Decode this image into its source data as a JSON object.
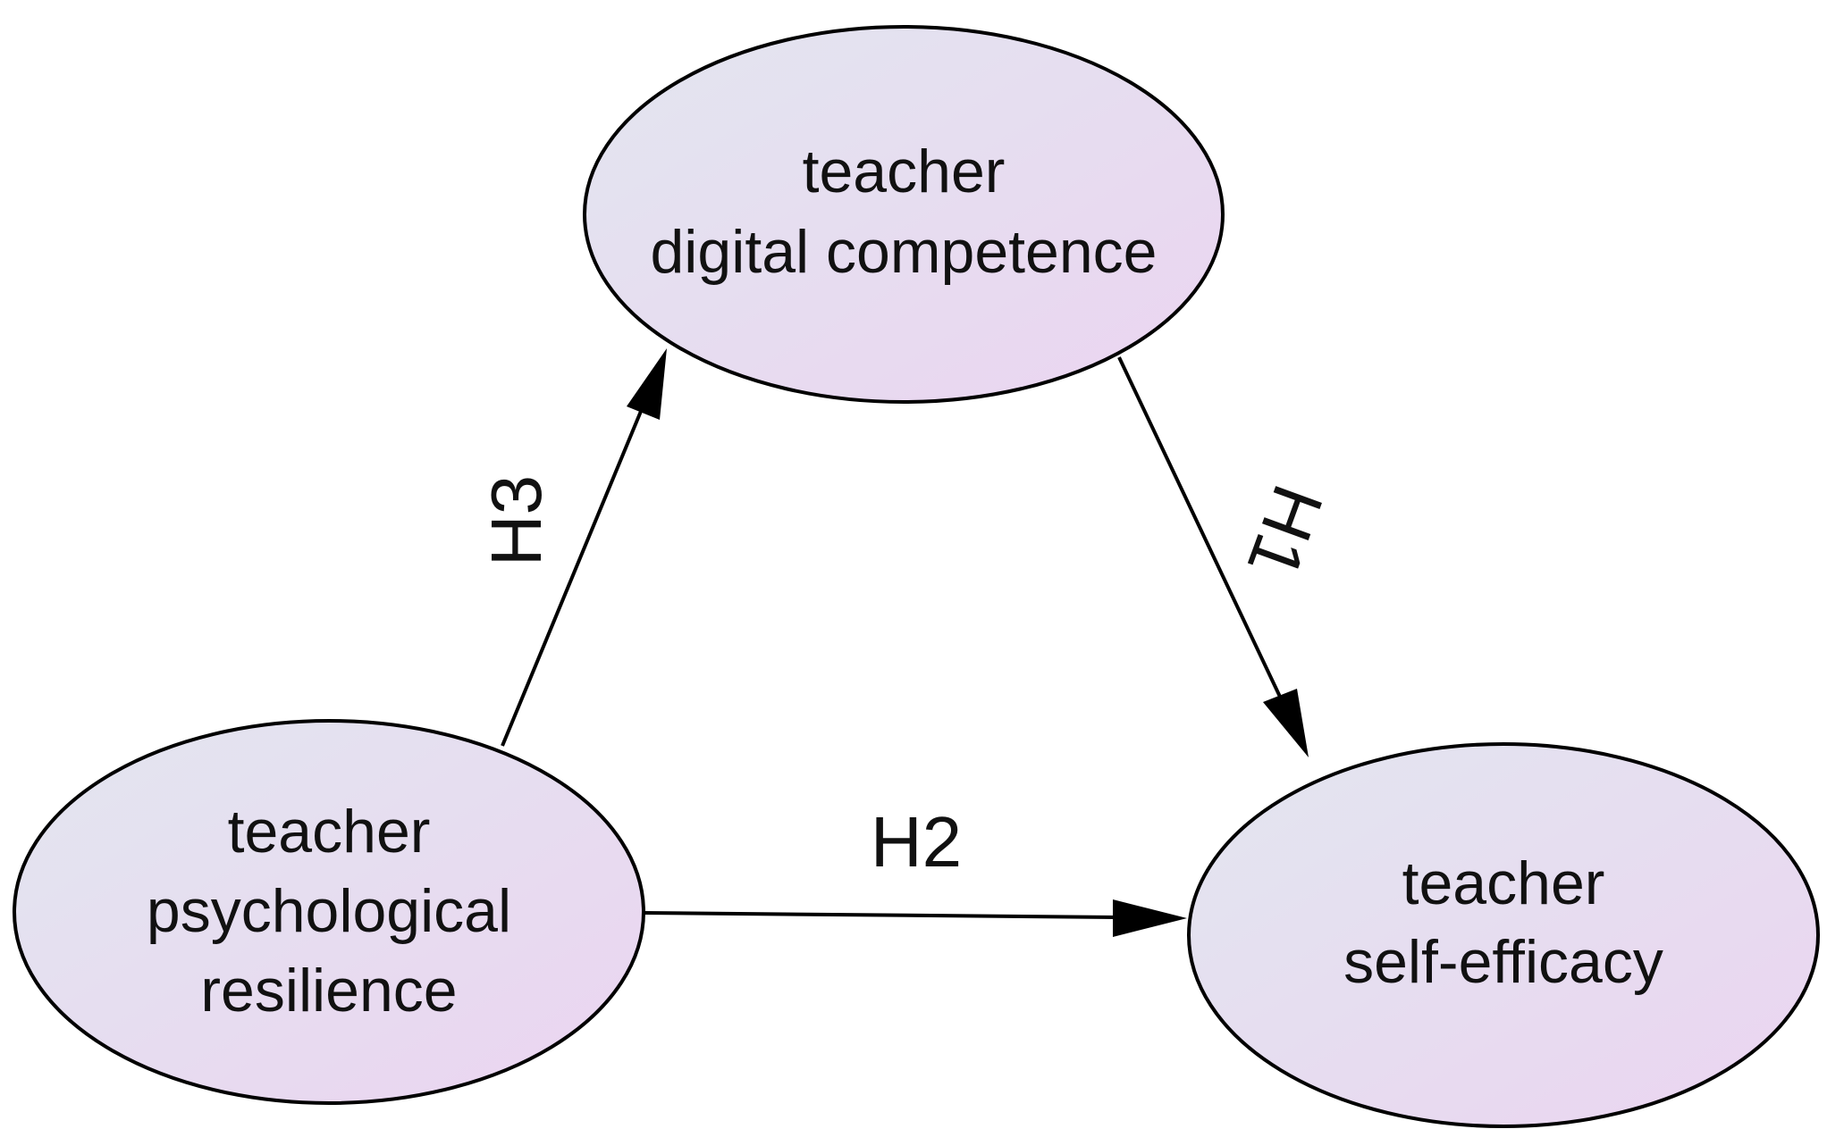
{
  "nodes": {
    "digital_competence": {
      "lines": [
        "teacher",
        "digital competence"
      ]
    },
    "psychological_resilience": {
      "lines": [
        "teacher",
        "psychological",
        "resilience"
      ]
    },
    "self_efficacy": {
      "lines": [
        "teacher",
        "self-efficacy"
      ]
    }
  },
  "edges": {
    "h1": {
      "label": "H1",
      "from": "teacher digital competence",
      "to": "teacher self-efficacy"
    },
    "h2": {
      "label": "H2",
      "from": "teacher psychological resilience",
      "to": "teacher self-efficacy"
    },
    "h3": {
      "label": "H3",
      "from": "teacher psychological resilience",
      "to": "teacher digital competence"
    }
  },
  "colors": {
    "node_fill_start": "#e2e6ef",
    "node_fill_end": "#ebd4f1",
    "stroke": "#000000",
    "text": "#111111"
  }
}
